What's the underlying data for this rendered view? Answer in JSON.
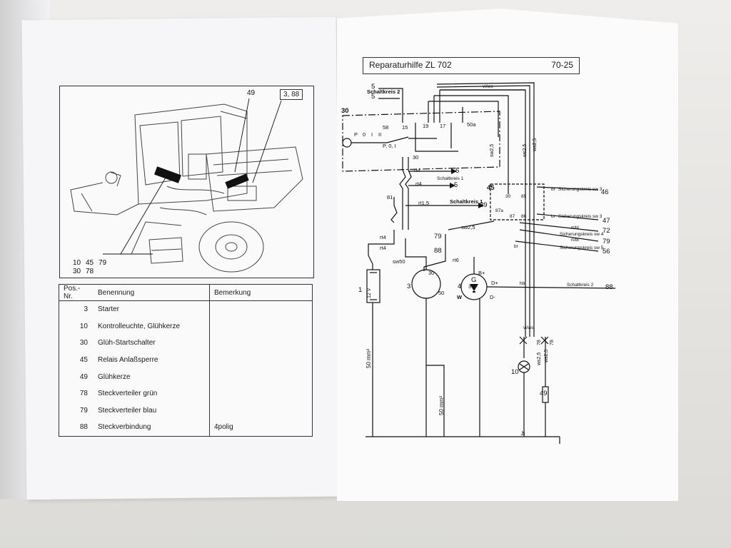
{
  "left_page": {
    "callouts": {
      "c49": "49",
      "c388": "3, 88",
      "c10": "10",
      "c45": "45",
      "c79": "79",
      "c30": "30",
      "c78": "78"
    },
    "table": {
      "headers": [
        "Pos.-Nr.",
        "Benennung",
        "Bemerkung"
      ],
      "rows": [
        {
          "pos": "3",
          "name": "Starter",
          "note": ""
        },
        {
          "pos": "10",
          "name": "Kontrolleuchte, Glühkerze",
          "note": ""
        },
        {
          "pos": "30",
          "name": "Glüh-Startschalter",
          "note": ""
        },
        {
          "pos": "45",
          "name": "Relais Anlaßsperre",
          "note": ""
        },
        {
          "pos": "49",
          "name": "Glühkerze",
          "note": ""
        },
        {
          "pos": "78",
          "name": "Steckverteiler grün",
          "note": ""
        },
        {
          "pos": "79",
          "name": "Steckverteiler blau",
          "note": ""
        },
        {
          "pos": "88",
          "name": "Steckverbindung",
          "note": "4polig"
        }
      ]
    }
  },
  "right_page": {
    "header_title": "Reparaturhilfe ZL 702",
    "page_number": "70-25",
    "labels": {
      "in5a": "5",
      "in5b": "5",
      "schaltkreis2_top": "Schaltkreis 2",
      "t30": "30",
      "t58": "58",
      "t15": "15",
      "t19": "19",
      "t17": "17",
      "t50a": "50a",
      "sw_p": "P",
      "sw_0": "0",
      "sw_i": "I",
      "sw_ii": "II",
      "sw_p0i": "P, 0, I",
      "sw_30": "30",
      "viws": "vi/ws",
      "rt4_a": "rt4",
      "arrow5_a": "5",
      "schaltkreis1_a": "Schaltkreis 1",
      "rt4_b": "rt4",
      "arrow5_b": "5",
      "c81": "81",
      "rt15": "rt1,5",
      "schaltkreis1_b": "Schaltkreis 1",
      "c39": "39",
      "c45": "45",
      "r30": "30",
      "r85": "85",
      "r87a": "87a",
      "r87": "87",
      "r86": "86",
      "sw25_v": "sw2,5",
      "ws25_v": "ws2,5",
      "ws25_v2": "ws2,5",
      "br_a": "br",
      "sich3": "Sicherungskreis  sw 3",
      "c46": "46",
      "br_b": "br",
      "sich3b": "Sicherungskreis  sw 3",
      "c47": "47",
      "rtbl_a": "rt/bl",
      "c72": "72",
      "sich4": "Sicherungskreis  sw 4",
      "rtbl_b": "rt/bl",
      "c79": "79",
      "br_c": "br",
      "sich5": "Sicherungskreis  sw 5",
      "c56": "56",
      "sw25_h": "sw2,5",
      "c79b": "79",
      "c88": "88",
      "rt4_c": "rt4",
      "rt4_d": "rt4",
      "rt6": "rt6",
      "sw50": "sw50",
      "m30": "30",
      "g_bplus": "B+",
      "g_dplus": "D+",
      "g_w": "W",
      "g_dminus": "D-",
      "g_3": "3",
      "g_g": "G",
      "m_50": "50",
      "bat_1": "1",
      "bat_12v": "12 V",
      "m_3": "3",
      "g_4": "4",
      "hb": "hb",
      "schaltkreis2_b": "Schaltkreis  2",
      "c88b": "88",
      "viws_b": "vi/ws",
      "c78a": "78",
      "c78b": "78",
      "ws25_c": "ws2,5",
      "ws25_d": "ws2,5",
      "c10": "10",
      "c49": "49",
      "br_d": "br",
      "cable50_a": "50 mm²",
      "cable50_b": "50 mm²"
    }
  }
}
